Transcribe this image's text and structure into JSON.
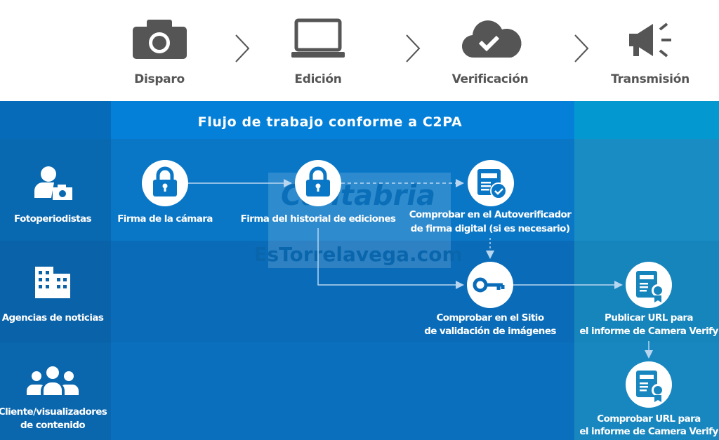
{
  "stages": [
    {
      "label": "Disparo",
      "icon": "camera-icon"
    },
    {
      "label": "Edición",
      "icon": "laptop-icon"
    },
    {
      "label": "Verificación",
      "icon": "cloud-check-icon"
    },
    {
      "label": "Transmisión",
      "icon": "megaphone-icon"
    }
  ],
  "workflow_title": "Flujo de trabajo conforme a C2PA",
  "actors": [
    {
      "label": "Fotoperiodistas",
      "icon": "photographer-icon"
    },
    {
      "label": "Agencias de noticias",
      "icon": "building-icon"
    },
    {
      "label_lines": [
        "Cliente/visualizadores",
        "de contenido"
      ],
      "icon": "people-icon"
    }
  ],
  "steps": {
    "camera_signature": "Firma de la cámara",
    "edit_history_signature": "Firma del historial de ediciones",
    "auto_verifier": [
      "Comprobar en el Autoverificador",
      "de firma digital (si es necesario)"
    ],
    "validation_site": [
      "Comprobar en el Sitio",
      "de validación de imágenes"
    ],
    "publish_url": [
      "Publicar URL para",
      "el informe de Camera Verify"
    ],
    "check_url": [
      "Comprobar URL para",
      "el informe de Camera Verify"
    ]
  },
  "watermark": {
    "line1": "Cantabria",
    "line2": "EsTorrelavega.com"
  },
  "colors": {
    "stage_gray": "#555555",
    "header_blue": "#0580d8",
    "right_col": "#0399d0"
  }
}
